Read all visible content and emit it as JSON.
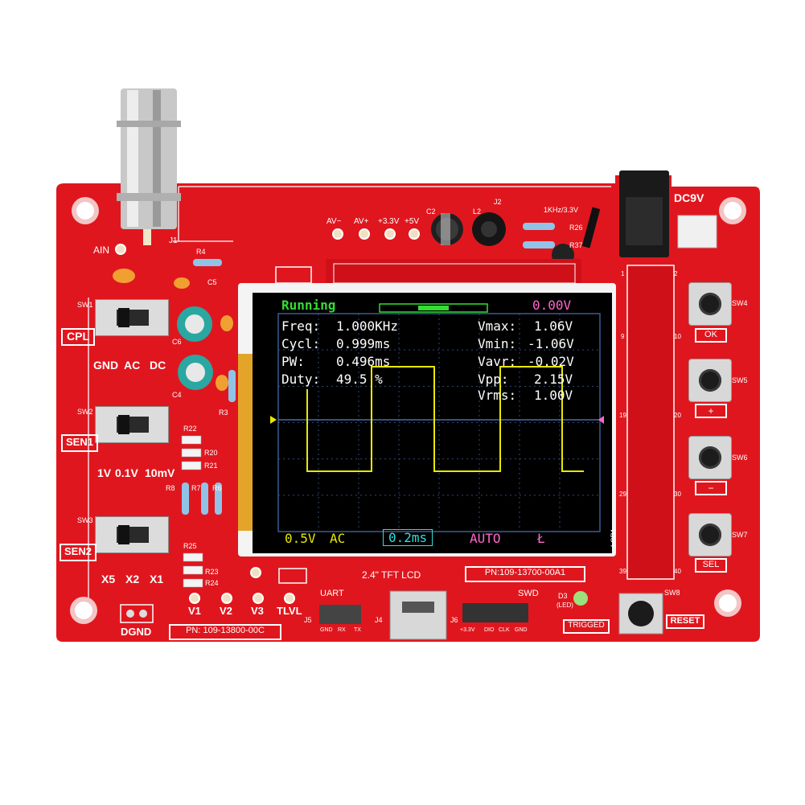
{
  "colors": {
    "pcb": "#e0161e",
    "silkscreen": "#ffffff",
    "screen_bg": "#000000",
    "grid": "#2e4a7a",
    "trace": "#e8e800",
    "status_green": "#33dd33",
    "status_pink": "#ff66cc",
    "timebase_cyan": "#33dddd"
  },
  "screen": {
    "status": "Running",
    "trigger_level": "0.00V",
    "freq_label": "Freq:",
    "freq_value": "1.000KHz",
    "cycl_label": "Cycl:",
    "cycl_value": "0.999ms",
    "pw_label": "PW:",
    "pw_value": "0.496ms",
    "duty_label": "Duty:",
    "duty_value": "49.5 %",
    "vmax_label": "Vmax:",
    "vmax_value": "1.06V",
    "vmin_label": "Vmin:",
    "vmin_value": "-1.06V",
    "vavr_label": "Vavr:",
    "vavr_value": "-0.02V",
    "vpp_label": "Vpp:",
    "vpp_value": "2.15V",
    "vrms_label": "Vrms:",
    "vrms_value": "1.00V",
    "volt_div": "0.5V",
    "coupling": "AC",
    "time_div": "0.2ms",
    "trigger_mode": "AUTO",
    "trigger_edge": "Ł"
  },
  "board": {
    "ain": "AIN",
    "j1": "J1",
    "cpl": "CPL",
    "gnd": "GND",
    "ac": "AC",
    "dc": "DC",
    "sen1": "SEN1",
    "sen1_1v": "1V",
    "sen1_01v": "0.1V",
    "sen1_10mv": "10mV",
    "sen2": "SEN2",
    "x5": "X5",
    "x2": "X2",
    "x1": "X1",
    "v1": "V1",
    "v2": "V2",
    "v3": "V3",
    "tlvl": "TLVL",
    "dgnd": "DGND",
    "pn_board": "PN: 109-13800-00C",
    "uart": "UART",
    "j5": "J5",
    "j5_gnd": "GND",
    "j5_rx": "RX",
    "j5_tx": "TX",
    "j4": "J4",
    "j6": "J6",
    "j6_33v": "+3.3V",
    "j6_dio": "DIO",
    "j6_clk": "CLK",
    "j6_gnd": "GND",
    "swd": "SWD",
    "d3": "D3",
    "led": "(LED)",
    "trigged": "TRIGGED",
    "reset": "RESET",
    "sw8": "SW8",
    "dc9v": "DC9V",
    "j2": "J2",
    "sig": "1KHz/3.3V",
    "av_minus": "AV−",
    "av_plus": "AV+",
    "p33v": "+3.3V",
    "p5v": "+5V",
    "lcd_size": "2.4\" TFT LCD",
    "pn_lcd": "PN:109-13700-00A1",
    "ok": "OK",
    "plus": "+",
    "minus": "−",
    "sel": "SEL",
    "sw4": "SW4",
    "sw5": "SW5",
    "sw6": "SW6",
    "sw7": "SW7",
    "sw1": "SW1",
    "sw2": "SW2",
    "sw3": "SW3",
    "lcd1": "LCD1",
    "r4": "R4",
    "r22": "R22",
    "r20": "R20",
    "r21": "R21",
    "r8": "R8",
    "r7": "R7",
    "r6": "R6",
    "r3": "R3",
    "r25": "R25",
    "r23": "R23",
    "r24": "R24",
    "r26": "R26",
    "r37": "R37",
    "c6": "C6",
    "c4": "C4",
    "c5": "C5",
    "l2": "L2",
    "c2": "C2",
    "pin_1": "1",
    "pin_2": "2",
    "pin_9": "9",
    "pin_10": "10",
    "pin_19": "19",
    "pin_20": "20",
    "pin_29": "29",
    "pin_30": "30",
    "pin_39": "39",
    "pin_40": "40"
  }
}
